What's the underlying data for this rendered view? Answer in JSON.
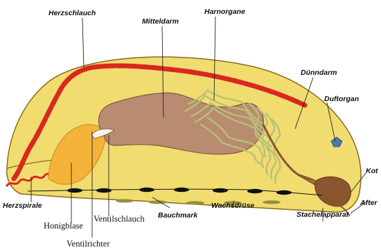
{
  "labels": {
    "herzschlauch": "Herzschlauch",
    "mitteldarm": "Mitteldarm",
    "harnorgane": "Harnorgane",
    "duenndarm": "Dünndarm",
    "duftorgan": "Duftorgan",
    "kot": "Kot",
    "after": "After",
    "herzspirale": "Herzspirale",
    "honigblase": "Honigblase",
    "ventilrichter": "Ventilrichter",
    "ventilschlauch": "Ventilschlauch",
    "bauchmark": "Bauchmark",
    "wachsdruese": "Wachsdrüse",
    "stachelapparat": "Stachelapparat"
  },
  "colors": {
    "body": "#f1dc70",
    "body_outline": "#8a6a1a",
    "heart": "#d8281f",
    "midgut": "#b98b70",
    "midgut_outline": "#7d5a45",
    "honey": "#f4b338",
    "malpighian": "#b8c079",
    "nerve": "#111111",
    "wax_gland": "#93923a",
    "scent_gland": "#4a7aa8",
    "rectum": "#8a5630"
  }
}
